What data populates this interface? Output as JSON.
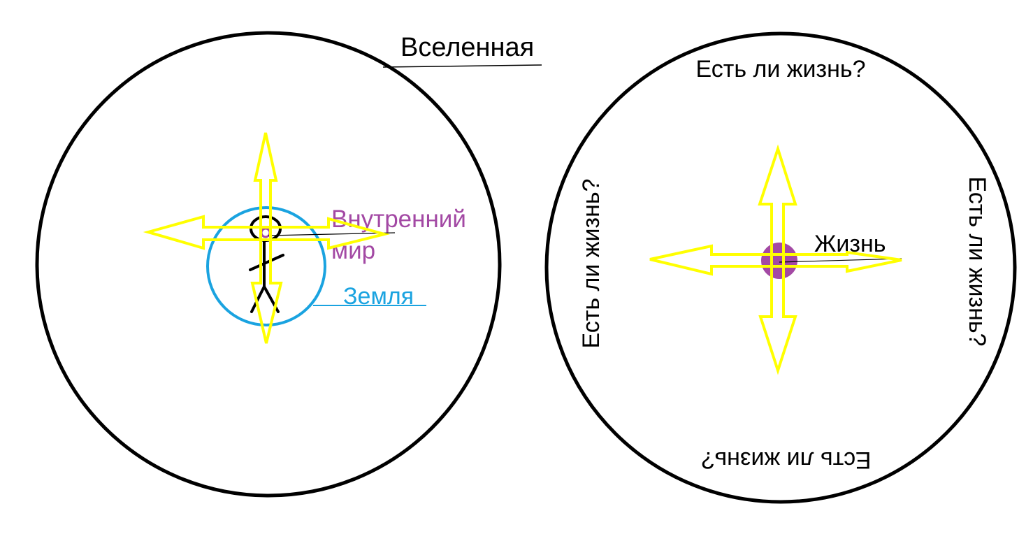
{
  "left_diagram": {
    "universe_label": "Вселенная",
    "inner_world_line1": "Внутренний",
    "inner_world_line2": "мир",
    "earth_label": "Земля"
  },
  "right_diagram": {
    "life_label": "Жизнь",
    "question_top": "Есть ли жизнь?",
    "question_left": "Есть ли жизнь?",
    "question_right": "Есть ли жизнь?",
    "question_bottom": "Есть ли жизнь?"
  },
  "colors": {
    "outline": "#000000",
    "arrow": "#ffff00",
    "earth": "#1aa3e0",
    "inner_world": "#a349a4",
    "life_dot": "#a349a4"
  }
}
